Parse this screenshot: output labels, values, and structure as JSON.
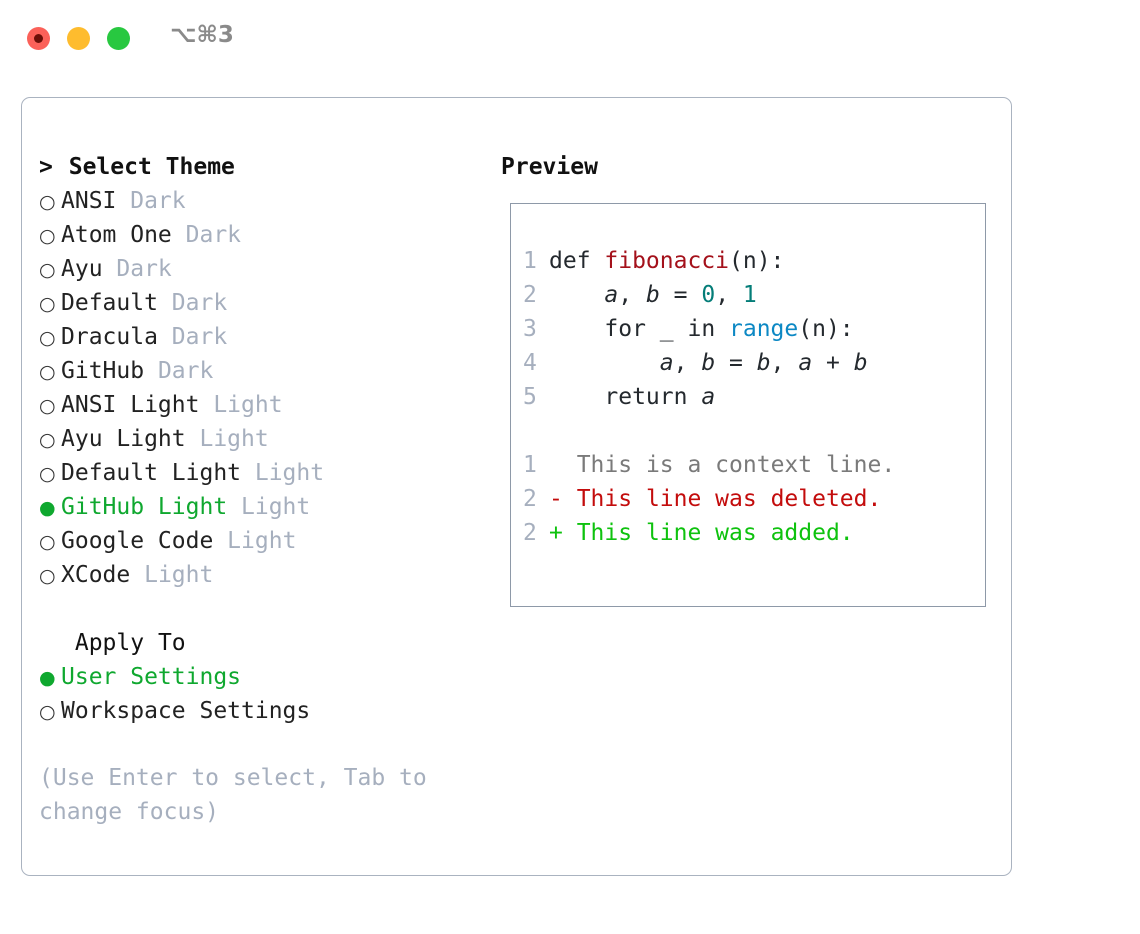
{
  "window": {
    "title": "⌥⌘3",
    "controls": [
      {
        "name": "close",
        "color": "#fb6159"
      },
      {
        "name": "minimize",
        "color": "#febc2e"
      },
      {
        "name": "maximize",
        "color": "#28c840"
      }
    ]
  },
  "left": {
    "heading_caret": ">",
    "heading": "Select Theme",
    "themes": [
      {
        "bullet": "○",
        "name": "ANSI",
        "tag": "Dark",
        "selected": false
      },
      {
        "bullet": "○",
        "name": "Atom One",
        "tag": "Dark",
        "selected": false
      },
      {
        "bullet": "○",
        "name": "Ayu",
        "tag": "Dark",
        "selected": false
      },
      {
        "bullet": "○",
        "name": "Default",
        "tag": "Dark",
        "selected": false
      },
      {
        "bullet": "○",
        "name": "Dracula",
        "tag": "Dark",
        "selected": false
      },
      {
        "bullet": "○",
        "name": "GitHub",
        "tag": "Dark",
        "selected": false
      },
      {
        "bullet": "○",
        "name": "ANSI Light",
        "tag": "Light",
        "selected": false
      },
      {
        "bullet": "○",
        "name": "Ayu Light",
        "tag": "Light",
        "selected": false
      },
      {
        "bullet": "○",
        "name": "Default Light",
        "tag": "Light",
        "selected": false
      },
      {
        "bullet": "●",
        "name": "GitHub Light",
        "tag": "Light",
        "selected": true
      },
      {
        "bullet": "○",
        "name": "Google Code",
        "tag": "Light",
        "selected": false
      },
      {
        "bullet": "○",
        "name": "XCode",
        "tag": "Light",
        "selected": false
      }
    ],
    "apply_to_label": "Apply To",
    "apply_to": [
      {
        "bullet": "●",
        "name": "User Settings",
        "selected": true
      },
      {
        "bullet": "○",
        "name": "Workspace Settings",
        "selected": false
      }
    ],
    "hint": "(Use Enter to select, Tab to change focus)"
  },
  "right": {
    "preview_heading": "Preview",
    "code_lines": [
      {
        "no": "1",
        "tokens": [
          {
            "t": "def ",
            "c": "kw"
          },
          {
            "t": "fibonacci",
            "c": "fn"
          },
          {
            "t": "(n):",
            "c": "punc"
          }
        ]
      },
      {
        "no": "2",
        "tokens": [
          {
            "t": "    ",
            "c": "kw"
          },
          {
            "t": "a",
            "c": "var"
          },
          {
            "t": ", ",
            "c": "punc"
          },
          {
            "t": "b",
            "c": "var"
          },
          {
            "t": " = ",
            "c": "punc"
          },
          {
            "t": "0",
            "c": "num"
          },
          {
            "t": ", ",
            "c": "punc"
          },
          {
            "t": "1",
            "c": "num"
          }
        ]
      },
      {
        "no": "3",
        "tokens": [
          {
            "t": "    for _ in ",
            "c": "kw"
          },
          {
            "t": "range",
            "c": "bi"
          },
          {
            "t": "(n):",
            "c": "punc"
          }
        ]
      },
      {
        "no": "4",
        "tokens": [
          {
            "t": "        ",
            "c": "kw"
          },
          {
            "t": "a",
            "c": "var"
          },
          {
            "t": ", ",
            "c": "punc"
          },
          {
            "t": "b",
            "c": "var"
          },
          {
            "t": " = ",
            "c": "punc"
          },
          {
            "t": "b",
            "c": "var"
          },
          {
            "t": ", ",
            "c": "punc"
          },
          {
            "t": "a",
            "c": "var"
          },
          {
            "t": " + ",
            "c": "punc"
          },
          {
            "t": "b",
            "c": "var"
          }
        ]
      },
      {
        "no": "5",
        "tokens": [
          {
            "t": "    return ",
            "c": "kw"
          },
          {
            "t": "a",
            "c": "var"
          }
        ]
      }
    ],
    "diff_lines": [
      {
        "no": "1",
        "marker": " ",
        "text": " This is a context line.",
        "kind": "diff-ctx"
      },
      {
        "no": "2",
        "marker": "-",
        "text": " This line was deleted.",
        "kind": "diff-del"
      },
      {
        "no": "2",
        "marker": "+",
        "text": " This line was added.",
        "kind": "diff-add"
      }
    ]
  },
  "colors": {
    "accent_green": "#0fa82f",
    "muted": "#a6afbe",
    "diff_add": "#0ec20e",
    "diff_del": "#c30c0c",
    "border": "#aab3c0",
    "code_border": "#8e99a8"
  }
}
